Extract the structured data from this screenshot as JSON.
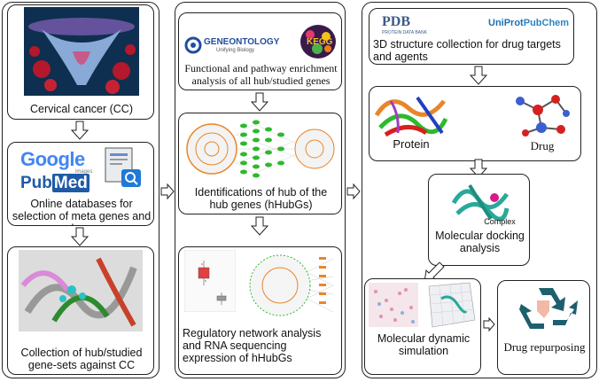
{
  "left": {
    "cc_label": "Cervical cancer (CC)",
    "db_label": "Online databases for selection of meta genes and drugs",
    "collection_label": "Collection of hub/studied gene-sets against CC",
    "google_logo": "Google",
    "google_sub": "images",
    "pubmed_logo_a": "Pub",
    "pubmed_logo_b": "Med"
  },
  "middle": {
    "go_logo": "GENEONTOLOGY",
    "go_sub": "Unifying Biology",
    "kegg_logo": "KEGG",
    "enrichment_label": "Functional and pathway enrichment analysis of all hub/studied genes",
    "hub_label": "Identifications of hub of the hub genes (hHubGs)",
    "regulatory_label": "Regulatory network analysis and RNA sequencing expression of hHubGs"
  },
  "right": {
    "pdb_logo": "PDB",
    "pdb_sub": "PROTEIN DATA BANK",
    "uniprot_logo": "UniProt",
    "pubchem_logo": "PubChem",
    "structure_label": "3D structure collection for drug targets and agents",
    "protein_label": "Protein",
    "drug_label": "Drug",
    "complex_label": "Complex",
    "docking_label": "Molecular docking analysis",
    "dynamics_label": "Molecular dynamic simulation",
    "repurposing_label": "Drug repurposing"
  },
  "colors": {
    "accent_green": "#2db92d",
    "accent_orange": "#e8862a",
    "google_blue": "#4285f4",
    "pubmed_blue": "#1f5aa6",
    "recycle_teal": "#1e5f6e"
  },
  "icons": {
    "arrow": "hollow-arrow-icon",
    "document": "document-search-icon"
  }
}
